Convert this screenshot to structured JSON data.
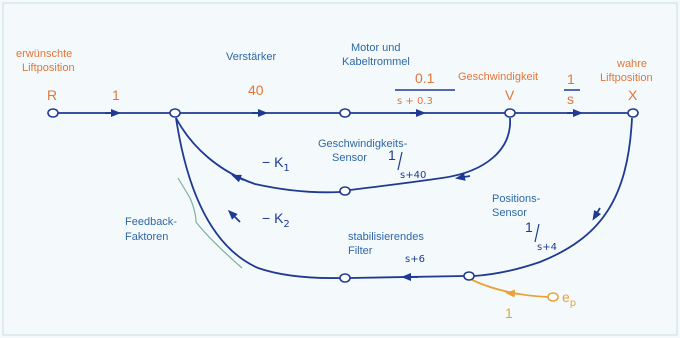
{
  "colors": {
    "background": "#f4fafb",
    "border": "#c9dde2",
    "signal": "#1f3a93",
    "label_blue": "#2f67a8",
    "label_orange": "#e2753a",
    "handwriting_orange": "#e2753a",
    "bracket": "#7cb0a0",
    "disturbance": "#e8a23a"
  },
  "labels": {
    "input_line1": "erwünschte",
    "input_line2": "Liftposition",
    "amplifier": "Verstärker",
    "motor_line1": "Motor und",
    "motor_line2": "Kabeltrommel",
    "velocity": "Geschwindigkeit",
    "output_line1": "wahre",
    "output_line2": "Liftposition",
    "vel_sensor_line1": "Geschwindigkeits-",
    "vel_sensor_line2": "Sensor",
    "pos_sensor_line1": "Positions-",
    "pos_sensor_line2": "Sensor",
    "filter_line1": "stabilisierendes",
    "filter_line2": "Filter",
    "feedback_line1": "Feedback-",
    "feedback_line2": "Faktoren"
  },
  "gains": {
    "R": "R",
    "one_input": "1",
    "forty": "40",
    "motor_num": "0.1",
    "motor_den": "s + 0.3",
    "V": "V",
    "integ_num": "1",
    "integ_den": "s",
    "X": "X",
    "k1": "− K",
    "k1_sub": "1",
    "k2": "− K",
    "k2_sub": "2",
    "vel_sens_num": "1",
    "vel_sens_den": "s+40",
    "pos_sens_num": "1",
    "pos_sens_den": "s+4",
    "filter_tf": "s+6",
    "ep": "e",
    "ep_sub": "p",
    "one_disturb": "1"
  }
}
